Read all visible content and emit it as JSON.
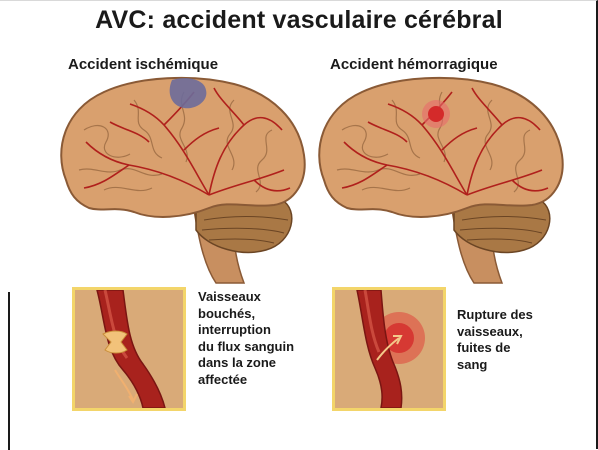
{
  "title": "AVC: accident vasculaire cérébral",
  "panels": [
    {
      "subtitle": "Accident ischémique",
      "caption": "Vaisseaux\nbouchés,\ninterruption\ndu flux sanguin\ndans la zone\naffectée"
    },
    {
      "subtitle": "Accident hémorragique",
      "caption": "Rupture des\nvaisseaux,\nfuites de\nsang"
    }
  ],
  "colors": {
    "brain": "#d9a06e",
    "brain_outline": "#8a5a36",
    "vessel": "#b0201c",
    "cerebellum": "#a97845",
    "ischemic_area": "#6d6c9a",
    "hemorrhage": "#d42a2a",
    "box_border": "#f3d56a",
    "box_background": "#d9aa78"
  },
  "icons": [
    "brain-ischemic-illustration",
    "brain-hemorrhagic-illustration",
    "blocked-vessel-illustration",
    "ruptured-vessel-illustration"
  ]
}
